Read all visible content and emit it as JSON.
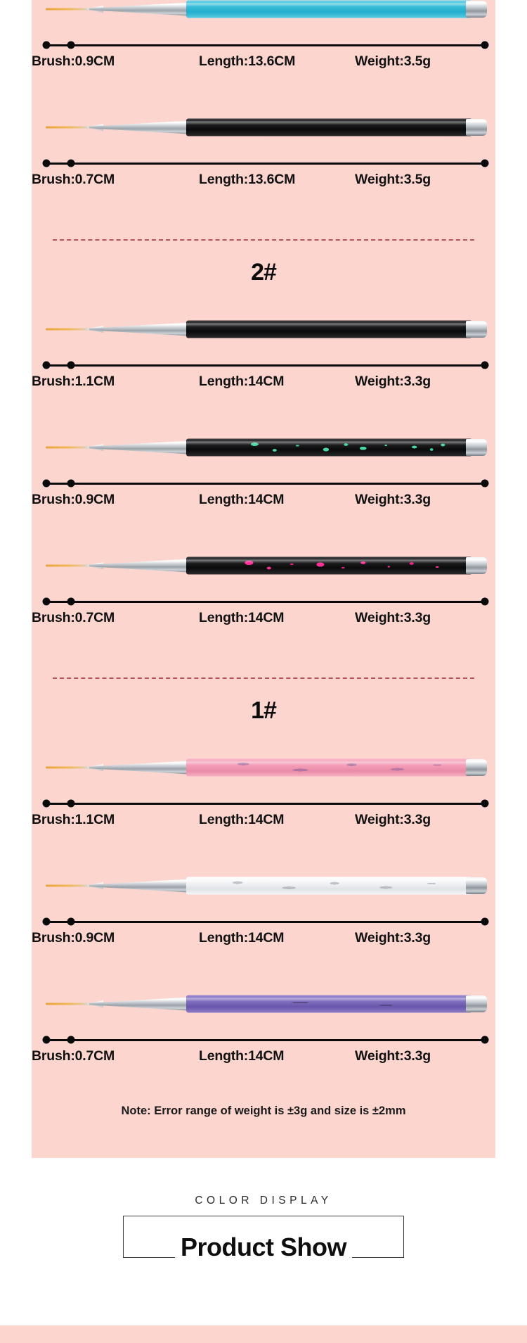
{
  "theme": {
    "panel_bg": "#fcd5cf",
    "page_bg": "#ffffff",
    "divider_color": "#b4535a",
    "text_color": "#111111"
  },
  "spec_panel": {
    "sections": [
      {
        "heading": null,
        "brushes": [
          {
            "handle_style": "h-cyan",
            "handle_name": "cyan-handle",
            "brush": "Brush:0.9CM",
            "length": "Length:13.6CM",
            "weight": "Weight:3.5g"
          },
          {
            "handle_style": "h-black",
            "handle_name": "black-handle",
            "brush": "Brush:0.7CM",
            "length": "Length:13.6CM",
            "weight": "Weight:3.5g"
          }
        ]
      },
      {
        "heading": "2#",
        "brushes": [
          {
            "handle_style": "h-black",
            "handle_name": "black-handle",
            "brush": "Brush:1.1CM",
            "length": "Length:14CM",
            "weight": "Weight:3.3g"
          },
          {
            "handle_style": "h-speckle-green",
            "handle_name": "green-speckle-handle",
            "brush": "Brush:0.9CM",
            "length": "Length:14CM",
            "weight": "Weight:3.3g"
          },
          {
            "handle_style": "h-speckle-pink",
            "handle_name": "pink-speckle-handle",
            "brush": "Brush:0.7CM",
            "length": "Length:14CM",
            "weight": "Weight:3.3g"
          }
        ]
      },
      {
        "heading": "1#",
        "brushes": [
          {
            "handle_style": "h-pink-marble",
            "handle_name": "pink-marble-handle",
            "brush": "Brush:1.1CM",
            "length": "Length:14CM",
            "weight": "Weight:3.3g"
          },
          {
            "handle_style": "h-white-marble",
            "handle_name": "white-marble-handle",
            "brush": "Brush:0.9CM",
            "length": "Length:14CM",
            "weight": "Weight:3.3g"
          },
          {
            "handle_style": "h-purple",
            "handle_name": "purple-handle",
            "brush": "Brush:0.7CM",
            "length": "Length:14CM",
            "weight": "Weight:3.3g"
          }
        ]
      }
    ],
    "note": "Note: Error range of weight is ±3g and size is ±2mm"
  },
  "banner": {
    "subtitle": "COLOR DISPLAY",
    "title": "Product Show"
  }
}
